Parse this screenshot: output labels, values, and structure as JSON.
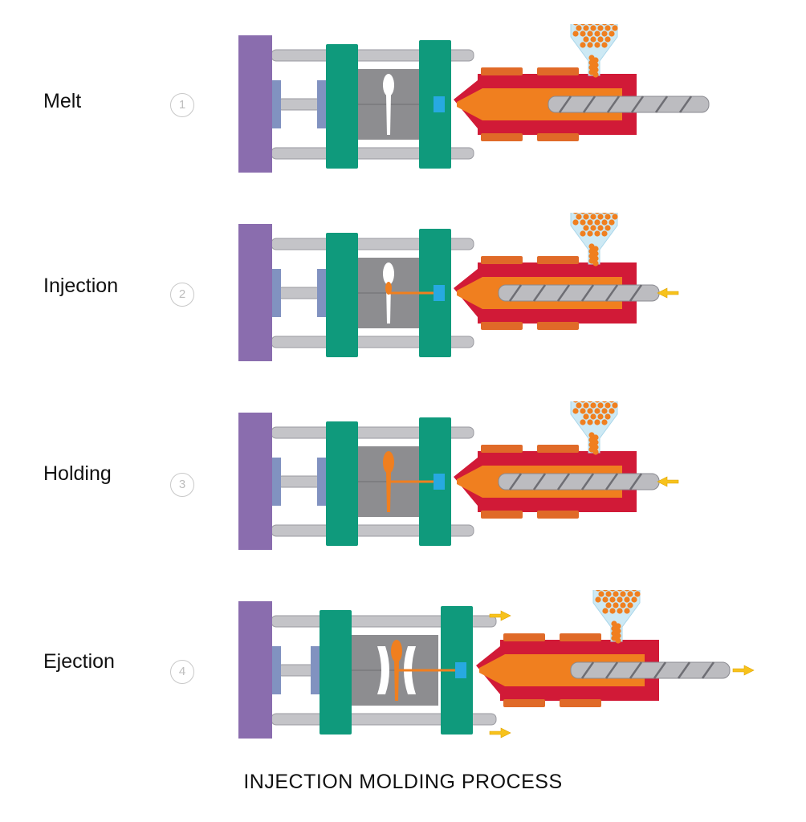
{
  "caption": "INJECTION MOLDING PROCESS",
  "colors": {
    "fixed_platen": "#8a6dae",
    "platen": "#0f9a7c",
    "tie_bar": "#c4c4c8",
    "mold": "#8d8d90",
    "barrel": "#d11a37",
    "melt": "#f07f1f",
    "heater": "#e06a28",
    "screw": "#bcbcc0",
    "hopper": "#cde9f4",
    "sprue_bushing": "#27a9e1",
    "cylinder_rod": "#8192c0",
    "arrow": "#f7c21c"
  },
  "steps": [
    {
      "number": "1",
      "label": "Melt",
      "mold_fill": "empty",
      "screw_action": "rotate",
      "arrows": []
    },
    {
      "number": "2",
      "label": "Injection",
      "mold_fill": "partial",
      "screw_action": "forward",
      "arrows": [
        "screw-left"
      ]
    },
    {
      "number": "3",
      "label": "Holding",
      "mold_fill": "full",
      "screw_action": "hold",
      "arrows": [
        "screw-left"
      ]
    },
    {
      "number": "4",
      "label": "Ejection",
      "mold_fill": "ejected",
      "screw_action": "retract",
      "arrows": [
        "platen-right-top",
        "platen-right-bottom",
        "screw-right"
      ]
    }
  ]
}
